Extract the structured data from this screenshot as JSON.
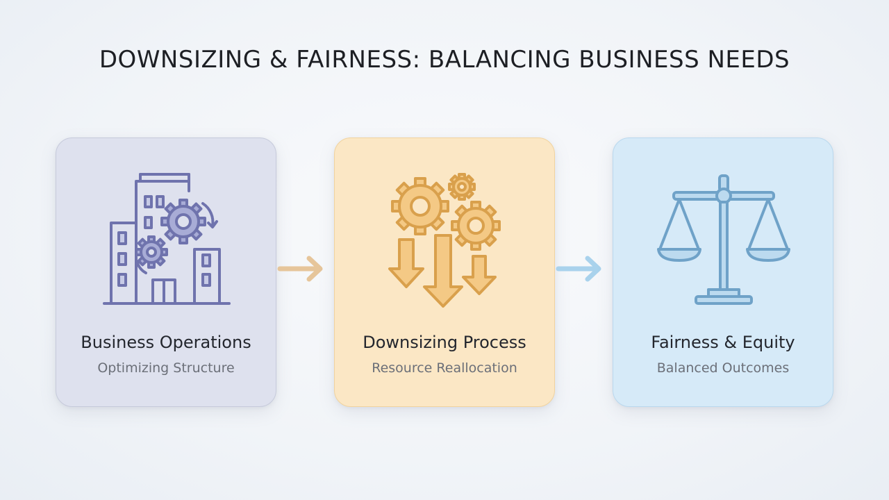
{
  "title": "DOWNSIZING & FAIRNESS: BALANCING BUSINESS NEEDS",
  "cards": [
    {
      "title": "Business Operations",
      "subtitle": "Optimizing Structure",
      "icon": "building-gears-icon",
      "bg": "#dee1ee",
      "stroke": "#6f73ad"
    },
    {
      "title": "Downsizing Process",
      "subtitle": "Resource Reallocation",
      "icon": "gears-down-arrows-icon",
      "bg": "#fbe7c5",
      "stroke": "#e0a954"
    },
    {
      "title": "Fairness & Equity",
      "subtitle": "Balanced Outcomes",
      "icon": "balance-scale-icon",
      "bg": "#d6eaf8",
      "stroke": "#6fa2c8"
    }
  ],
  "connectors": [
    {
      "icon": "arrow-right-icon",
      "color": "#e6c59a"
    },
    {
      "icon": "arrow-right-icon",
      "color": "#a9d2ec"
    }
  ]
}
